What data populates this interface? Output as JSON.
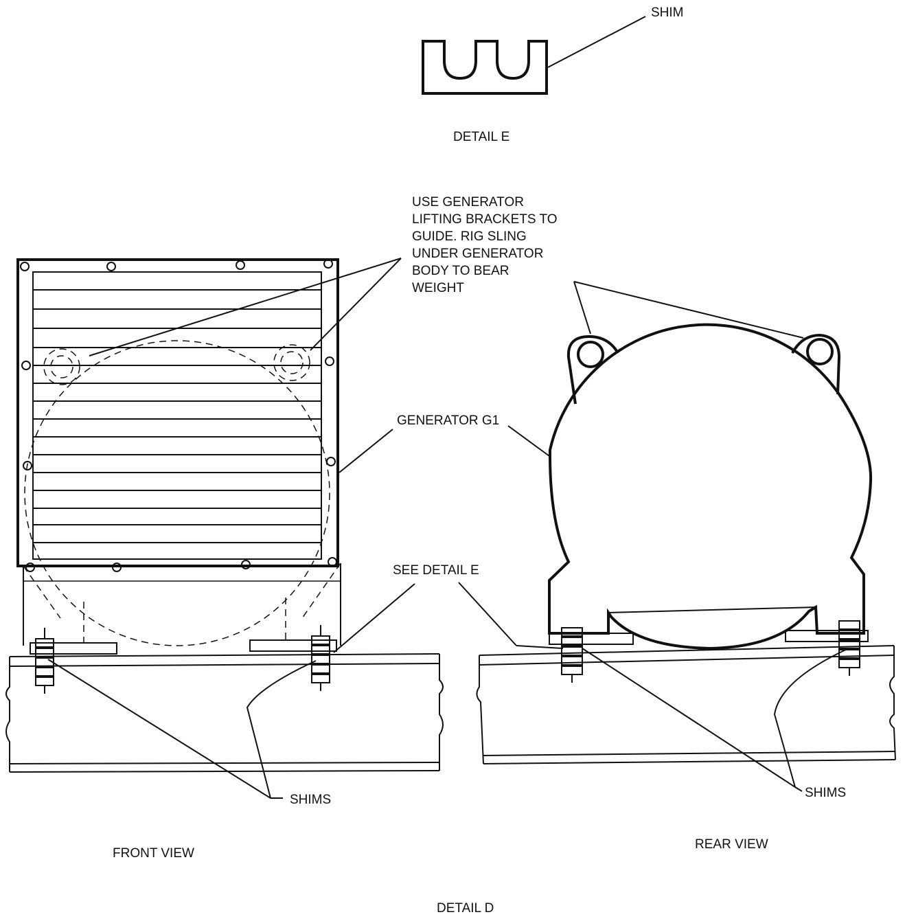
{
  "labels": {
    "shim": "SHIM",
    "detail_e": "DETAIL E",
    "bracket_note": [
      "USE GENERATOR",
      "LIFTING BRACKETS TO",
      "GUIDE. RIG SLING",
      "UNDER GENERATOR",
      "BODY TO BEAR",
      "WEIGHT"
    ],
    "generator": "GENERATOR G1",
    "see_detail_e": "SEE DETAIL E",
    "shims_left": "SHIMS",
    "shims_right": "SHIMS",
    "front_view": "FRONT VIEW",
    "rear_view": "REAR VIEW",
    "detail_d": "DETAIL D"
  }
}
